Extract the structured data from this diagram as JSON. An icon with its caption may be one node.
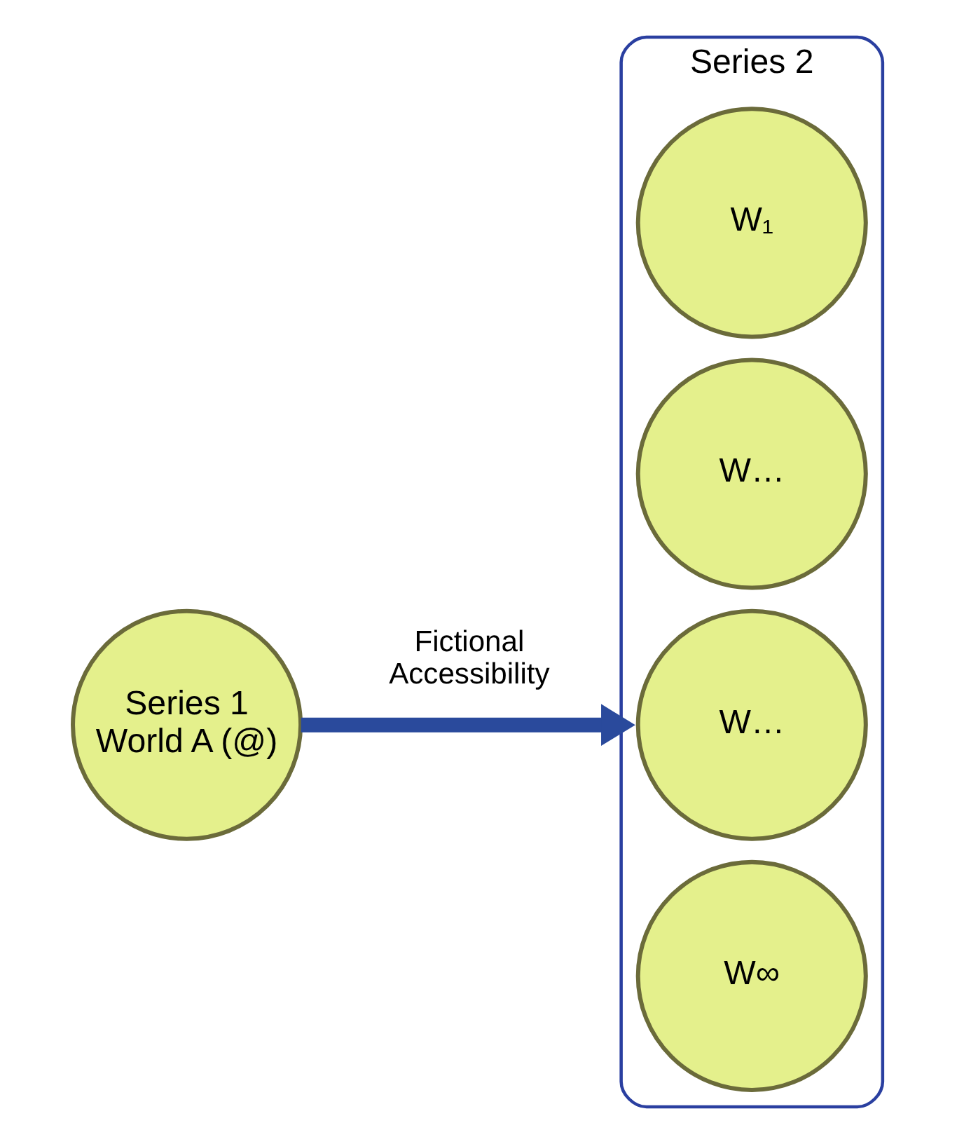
{
  "diagram": {
    "nodes": [
      {
        "text": [
          "Series 1",
          "World A (@)"
        ]
      },
      {
        "text": [
          "Series 2"
        ]
      },
      {
        "text": [
          "W₁"
        ],
        "in": 1
      },
      {
        "text": [
          "W…"
        ],
        "in": 1
      },
      {
        "text": [
          "W…"
        ],
        "in": 1
      },
      {
        "text": [
          "W∞"
        ],
        "in": 1
      }
    ],
    "edges": [
      {
        "from": 0,
        "to": 1,
        "arrow": "to",
        "label": "Fictional Accessibility",
        "color": "#2a4a9c"
      }
    ]
  }
}
